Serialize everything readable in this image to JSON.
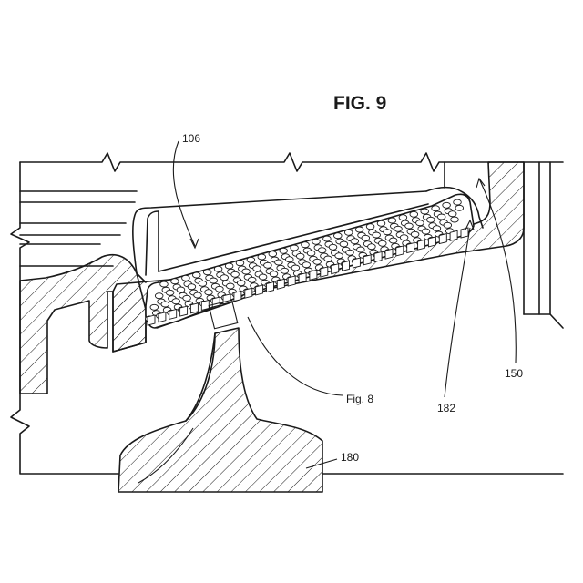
{
  "figure": {
    "title": "FIG. 9"
  },
  "labels": {
    "ref_106": "106",
    "ref_150": "150",
    "ref_182": "182",
    "ref_180": "180",
    "detail_ref": "Fig. 8"
  },
  "colors": {
    "line": "#1a1a1a",
    "background": "#ffffff"
  }
}
